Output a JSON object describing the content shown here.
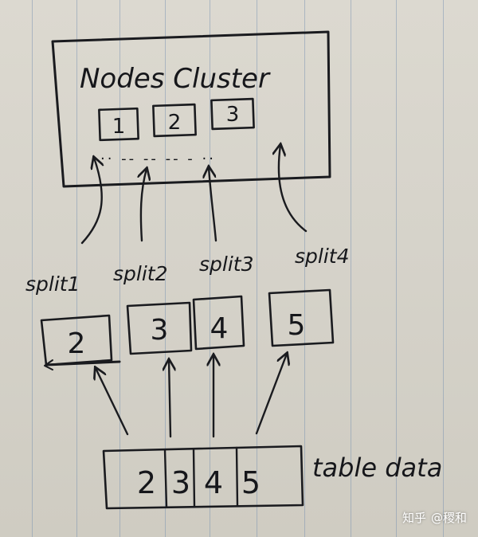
{
  "diagram": {
    "cluster": {
      "title": "Nodes Cluster",
      "nodes": [
        "1",
        "2",
        "3"
      ],
      "dots": "·· -- -- -- - ··"
    },
    "splits": [
      {
        "label": "split1",
        "value": "2"
      },
      {
        "label": "split2",
        "value": "3"
      },
      {
        "label": "split3",
        "value": "4"
      },
      {
        "label": "split4",
        "value": "5"
      }
    ],
    "table": {
      "label": "table data",
      "cells": [
        "2",
        "3",
        "4",
        "5"
      ]
    }
  },
  "watermark": {
    "site": "知乎",
    "author": "@稷和"
  },
  "colors": {
    "ink": "#1a1b1f",
    "paper": "#d9d6cd",
    "rule_line": "#6e8caf"
  }
}
